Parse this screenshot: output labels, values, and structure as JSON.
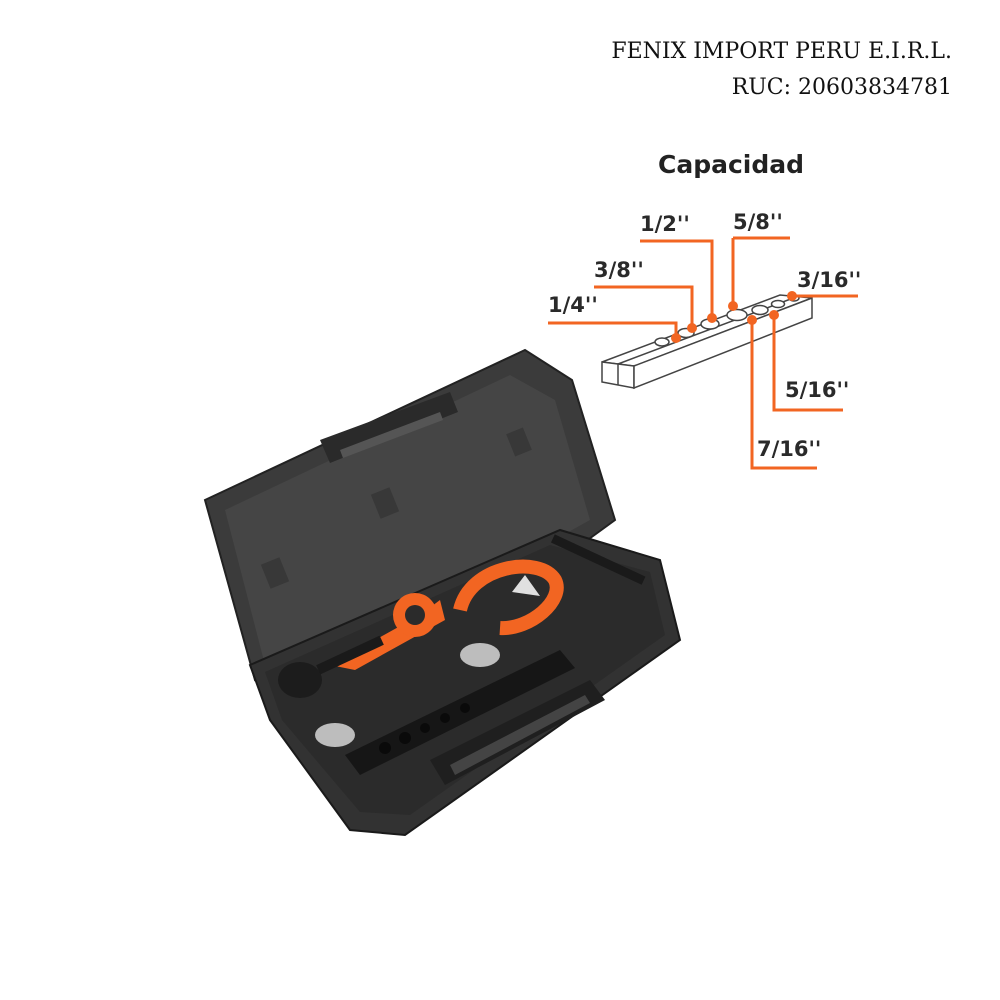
{
  "header": {
    "company": "FENIX IMPORT PERU E.I.R.L.",
    "ruc": "RUC: 20603834781"
  },
  "diagram": {
    "title": "Capacidad",
    "accent": "#f26522",
    "sizes": [
      "1/4''",
      "3/8''",
      "1/2''",
      "5/8''",
      "3/16''",
      "5/16''",
      "7/16''"
    ]
  },
  "product": {
    "case_color": "#3b3b3b",
    "tool_color": "#f26522"
  }
}
